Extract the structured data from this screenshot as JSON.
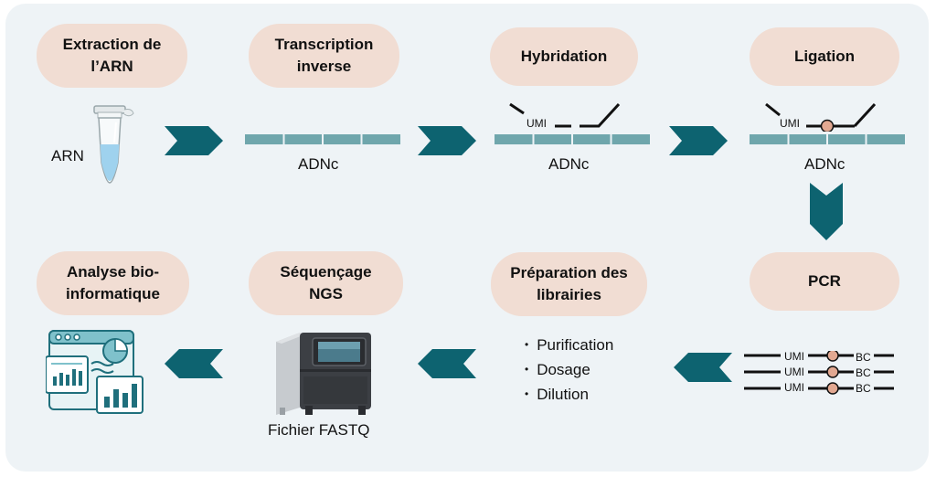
{
  "steps": {
    "extraction": "Extraction de\nl’ARN",
    "transcription": "Transcription\ninverse",
    "hybridation": "Hybridation",
    "ligation": "Ligation",
    "pcr": "PCR",
    "preparation": "Préparation des\nlibrairies",
    "sequencage": "Séquençage\nNGS",
    "analyse": "Analyse bio-\ninformatique"
  },
  "labels": {
    "arn": "ARN",
    "adnc": "ADNc",
    "umi": "UMI",
    "bc": "BC",
    "fichier": "Fichier FASTQ"
  },
  "prep_items": [
    "Purification",
    "Dosage",
    "Dilution"
  ],
  "colors": {
    "panel": "#eef3f6",
    "pill": "#f1ddd3",
    "teal": "#0d6370",
    "strand": "#6fa6ac",
    "bead": "#e2a891"
  },
  "icons": [
    "arn-tube-icon",
    "sequencer-icon",
    "dashboard-analytics-icon"
  ]
}
